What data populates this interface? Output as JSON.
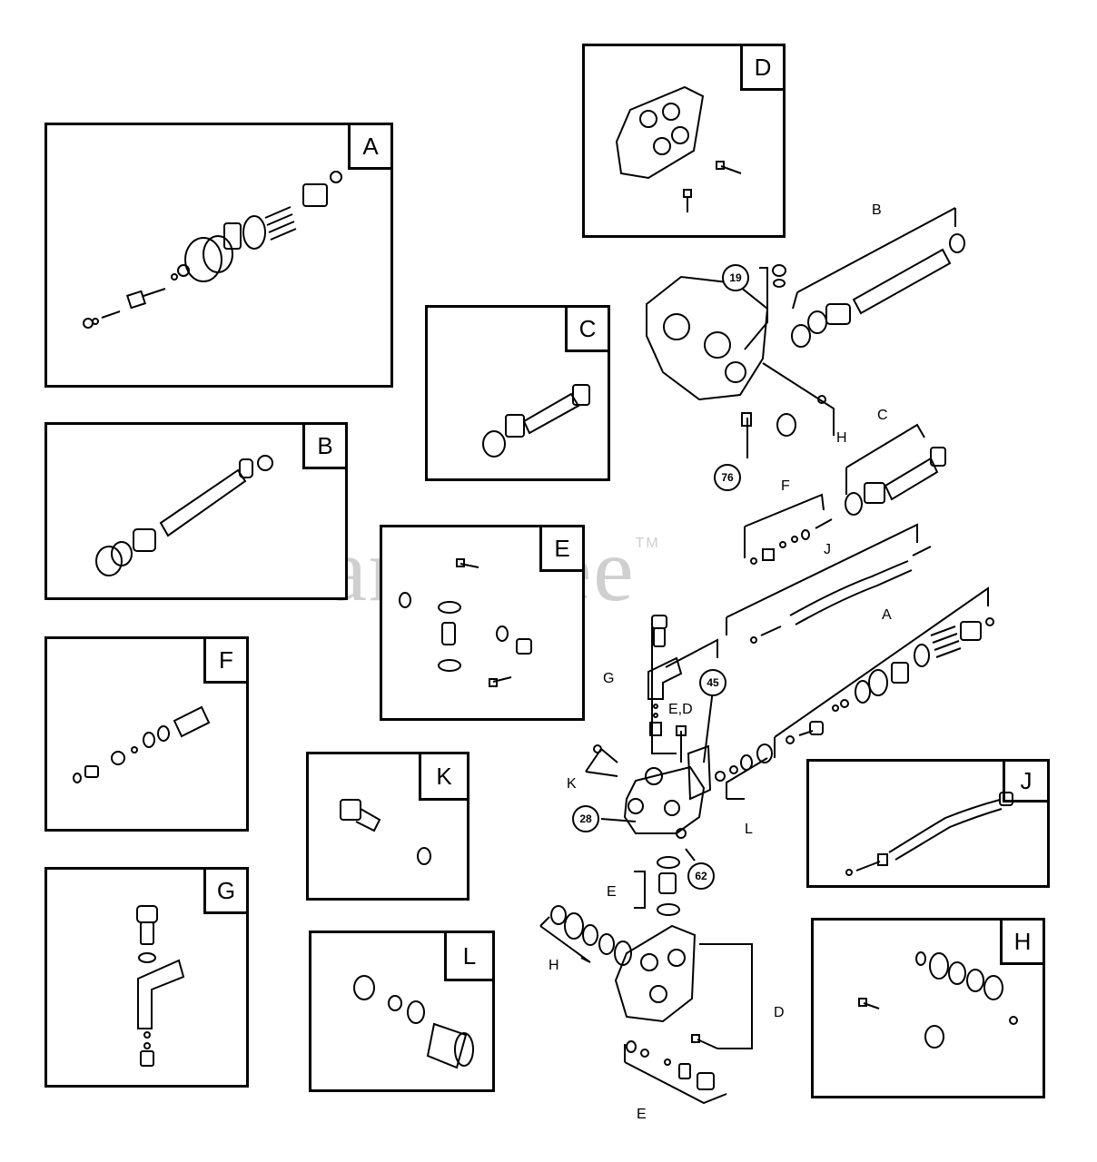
{
  "watermark": {
    "text": "PartsTree",
    "tm": "TM"
  },
  "panels": {
    "A": "A",
    "B": "B",
    "C": "C",
    "D": "D",
    "E": "E",
    "F": "F",
    "G": "G",
    "H": "H",
    "J": "J",
    "K": "K",
    "L": "L"
  },
  "callouts": {
    "a": "A",
    "b": "B",
    "c": "C",
    "d": "D",
    "e_top": "E",
    "e_bottom": "E",
    "ed": "E,D",
    "f": "F",
    "g": "G",
    "h_top": "H",
    "h_bottom": "H",
    "j": "J",
    "k": "K",
    "l": "L"
  },
  "ref_numbers": {
    "n19": "19",
    "n76": "76",
    "n45": "45",
    "n28": "28",
    "n62": "62"
  }
}
